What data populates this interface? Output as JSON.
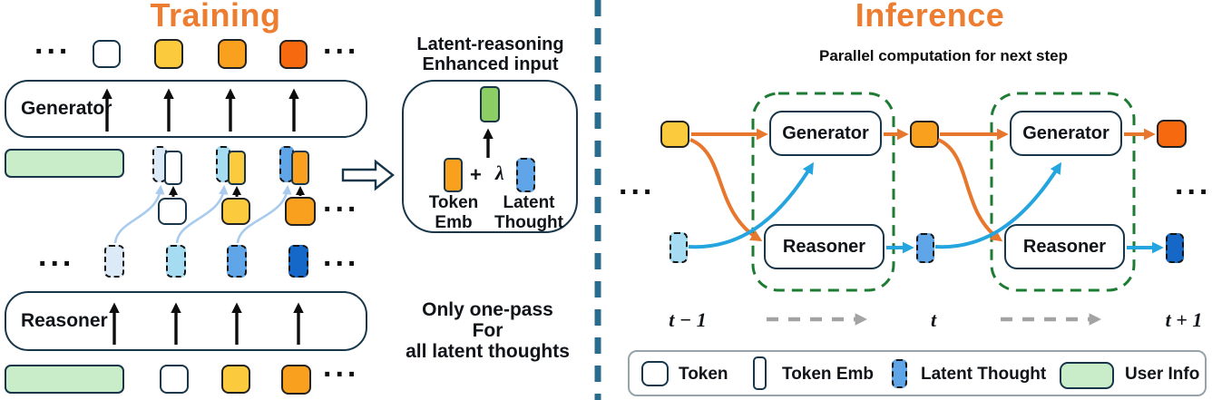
{
  "colors": {
    "accent_orange": "#ED7D31",
    "ink": "#17364A",
    "token_yellow": "#FBCA3D",
    "token_orange": "#F9A01F",
    "token_deep_orange": "#F7690F",
    "latent_blue_lightest": "#DCE9F7",
    "latent_blue_light": "#A5DCF2",
    "latent_blue_medium": "#5FA5E7",
    "latent_blue_dark": "#1568C8",
    "user_info_green": "#C9EDC9",
    "enhanced_green": "#8CCE63",
    "arrow_orange": "#E8772E",
    "arrow_blue": "#25A5E0",
    "training_curve_blue": "#A9CBEE",
    "step_box_green": "#1E7B33",
    "divider_teal": "#2A6C8E",
    "timeline_gray": "#A3A3A3",
    "legend_border_gray": "#97A3AB"
  },
  "ellipsis": "...",
  "training": {
    "title": "Training",
    "generator_label": "Generator",
    "reasoner_label": "Reasoner",
    "enhanced_input_title_line1": "Latent-reasoning",
    "enhanced_input_title_line2": "Enhanced input",
    "plus_sign": "+",
    "lambda_symbol": "λ",
    "token_emb_label_line1": "Token",
    "token_emb_label_line2": "Emb",
    "latent_thought_label_line1": "Latent",
    "latent_thought_label_line2": "Thought",
    "note_line1": "Only one-pass",
    "note_line2": "For",
    "note_line3": "all latent thoughts"
  },
  "inference": {
    "title": "Inference",
    "subtitle": "Parallel computation for next step",
    "generator_label": "Generator",
    "reasoner_label": "Reasoner",
    "timeline_labels": [
      "t − 1",
      "t",
      "t + 1"
    ]
  },
  "legend": {
    "items": [
      {
        "label": "Token"
      },
      {
        "label": "Token Emb"
      },
      {
        "label": "Latent Thought"
      },
      {
        "label": "User Info"
      }
    ]
  }
}
